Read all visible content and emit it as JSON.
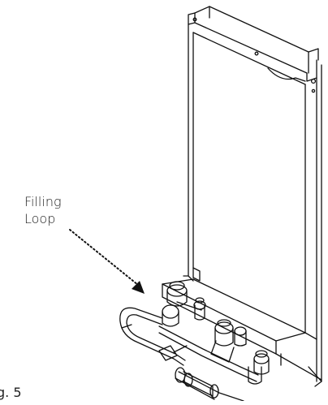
{
  "callout": {
    "line1": "Filling",
    "line2": "Loop"
  },
  "figure_label": "g. 5",
  "icons": [
    "mounting-frame",
    "pipe-manifold",
    "filling-loop-hose",
    "leader-arrow"
  ]
}
